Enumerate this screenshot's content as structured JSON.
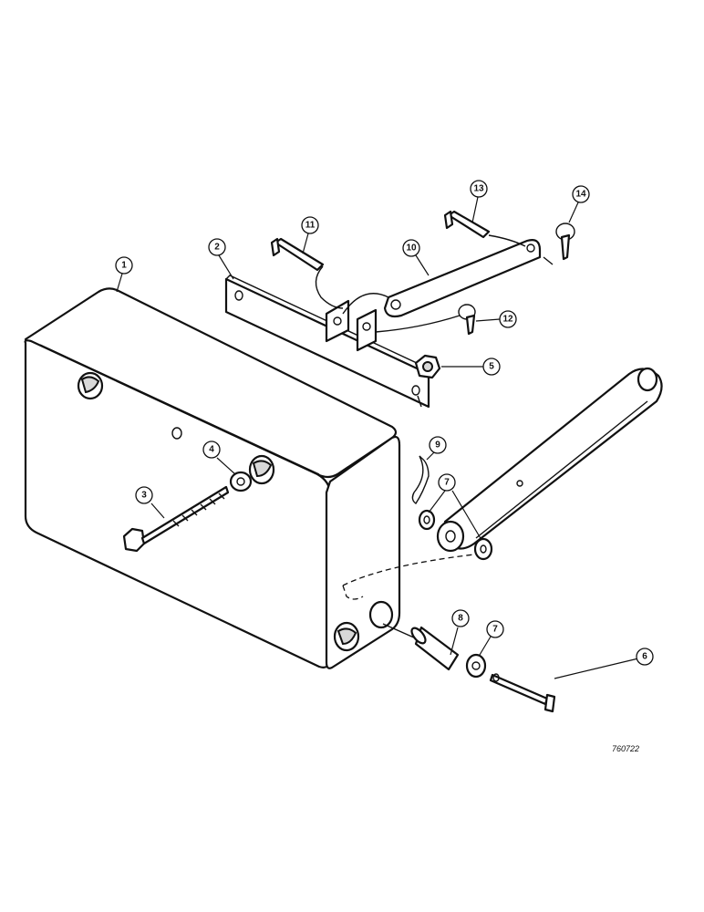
{
  "callouts": [
    {
      "id": "c1",
      "label": "1"
    },
    {
      "id": "c2",
      "label": "2"
    },
    {
      "id": "c3",
      "label": "3"
    },
    {
      "id": "c4",
      "label": "4"
    },
    {
      "id": "c5",
      "label": "5"
    },
    {
      "id": "c6",
      "label": "6"
    },
    {
      "id": "c7a",
      "label": "7"
    },
    {
      "id": "c7b",
      "label": "7"
    },
    {
      "id": "c8",
      "label": "8"
    },
    {
      "id": "c9",
      "label": "9"
    },
    {
      "id": "c10",
      "label": "10"
    },
    {
      "id": "c11",
      "label": "11"
    },
    {
      "id": "c12",
      "label": "12"
    },
    {
      "id": "c13",
      "label": "13"
    },
    {
      "id": "c14",
      "label": "14"
    }
  ],
  "drawing_number": "760722"
}
